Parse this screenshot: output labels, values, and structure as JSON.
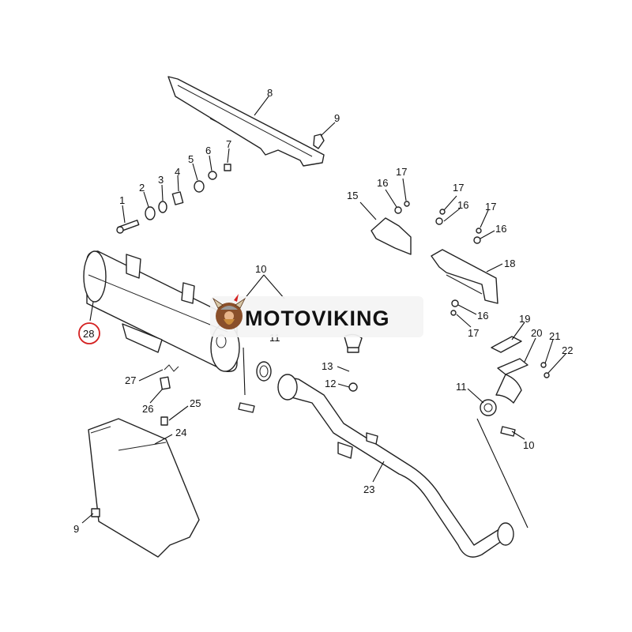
{
  "diagram": {
    "callouts": {
      "c1": "1",
      "c2": "2",
      "c3": "3",
      "c4": "4",
      "c5": "5",
      "c6": "6",
      "c7": "7",
      "c8": "8",
      "c9a": "9",
      "c9b": "9",
      "c10a": "10",
      "c10b": "10",
      "c11a": "11",
      "c11b": "11",
      "c12": "12",
      "c13": "13",
      "c15": "15",
      "c16a": "16",
      "c16b": "16",
      "c16c": "16",
      "c16d": "16",
      "c17a": "17",
      "c17b": "17",
      "c17c": "17",
      "c17d": "17",
      "c18": "18",
      "c19": "19",
      "c20": "20",
      "c21": "21",
      "c22": "22",
      "c23": "23",
      "c24": "24",
      "c25": "25",
      "c26": "26",
      "c27": "27",
      "c28": "28"
    },
    "highlight_color": "#d42020"
  },
  "watermark": {
    "brand_text": "MOTOVIKING",
    "logo_icon": "viking-mascot-icon"
  }
}
